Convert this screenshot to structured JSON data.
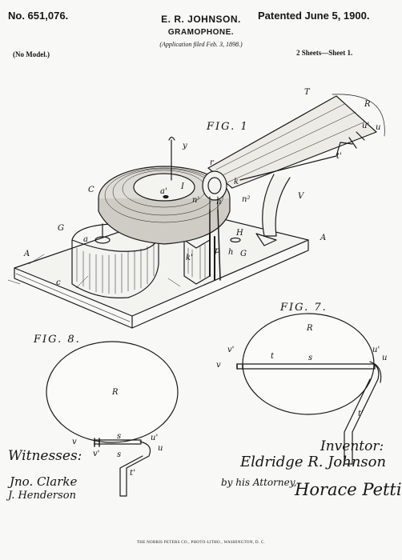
{
  "header": {
    "patent_number": "No. 651,076.",
    "inventor": "E. R. JOHNSON.",
    "title": "GRAMOPHONE.",
    "application": "(Application filed Feb. 3, 1898.)",
    "patent_date": "Patented June 5, 1900.",
    "model_note": "(No Model.)",
    "sheet_info": "2 Sheets—Sheet 1."
  },
  "figures": {
    "fig1": "FIG. 1",
    "fig7": "FIG. 7.",
    "fig8": "FIG. 8."
  },
  "labels": {
    "fig1": [
      "y",
      "r",
      "T",
      "R",
      "u'",
      "u",
      "t'",
      "C",
      "a'",
      "I",
      "k",
      "n'",
      "n",
      "n²",
      "V",
      "G",
      "H",
      "G",
      "a",
      "p",
      "h",
      "k'",
      "A",
      "A",
      "c"
    ],
    "fig7": [
      "R",
      "v'",
      "v",
      "t",
      "s",
      "u'",
      "u",
      "t'"
    ],
    "fig8": [
      "R",
      "s",
      "v",
      "v'",
      "s",
      "u'",
      "u",
      "t'"
    ]
  },
  "signatures": {
    "witnesses_label": "Witnesses:",
    "witness_1": "Jno. Clarke",
    "witness_2": "J. Henderson",
    "inventor_label": "Inventor:",
    "inventor_name": "Eldridge R. Johnson",
    "attorney_label": "by his Attorney,",
    "attorney_name": "Horace Pettit"
  },
  "footer": "THE NORRIS PETERS CO., PHOTO-LITHO., WASHINGTON, D. C."
}
